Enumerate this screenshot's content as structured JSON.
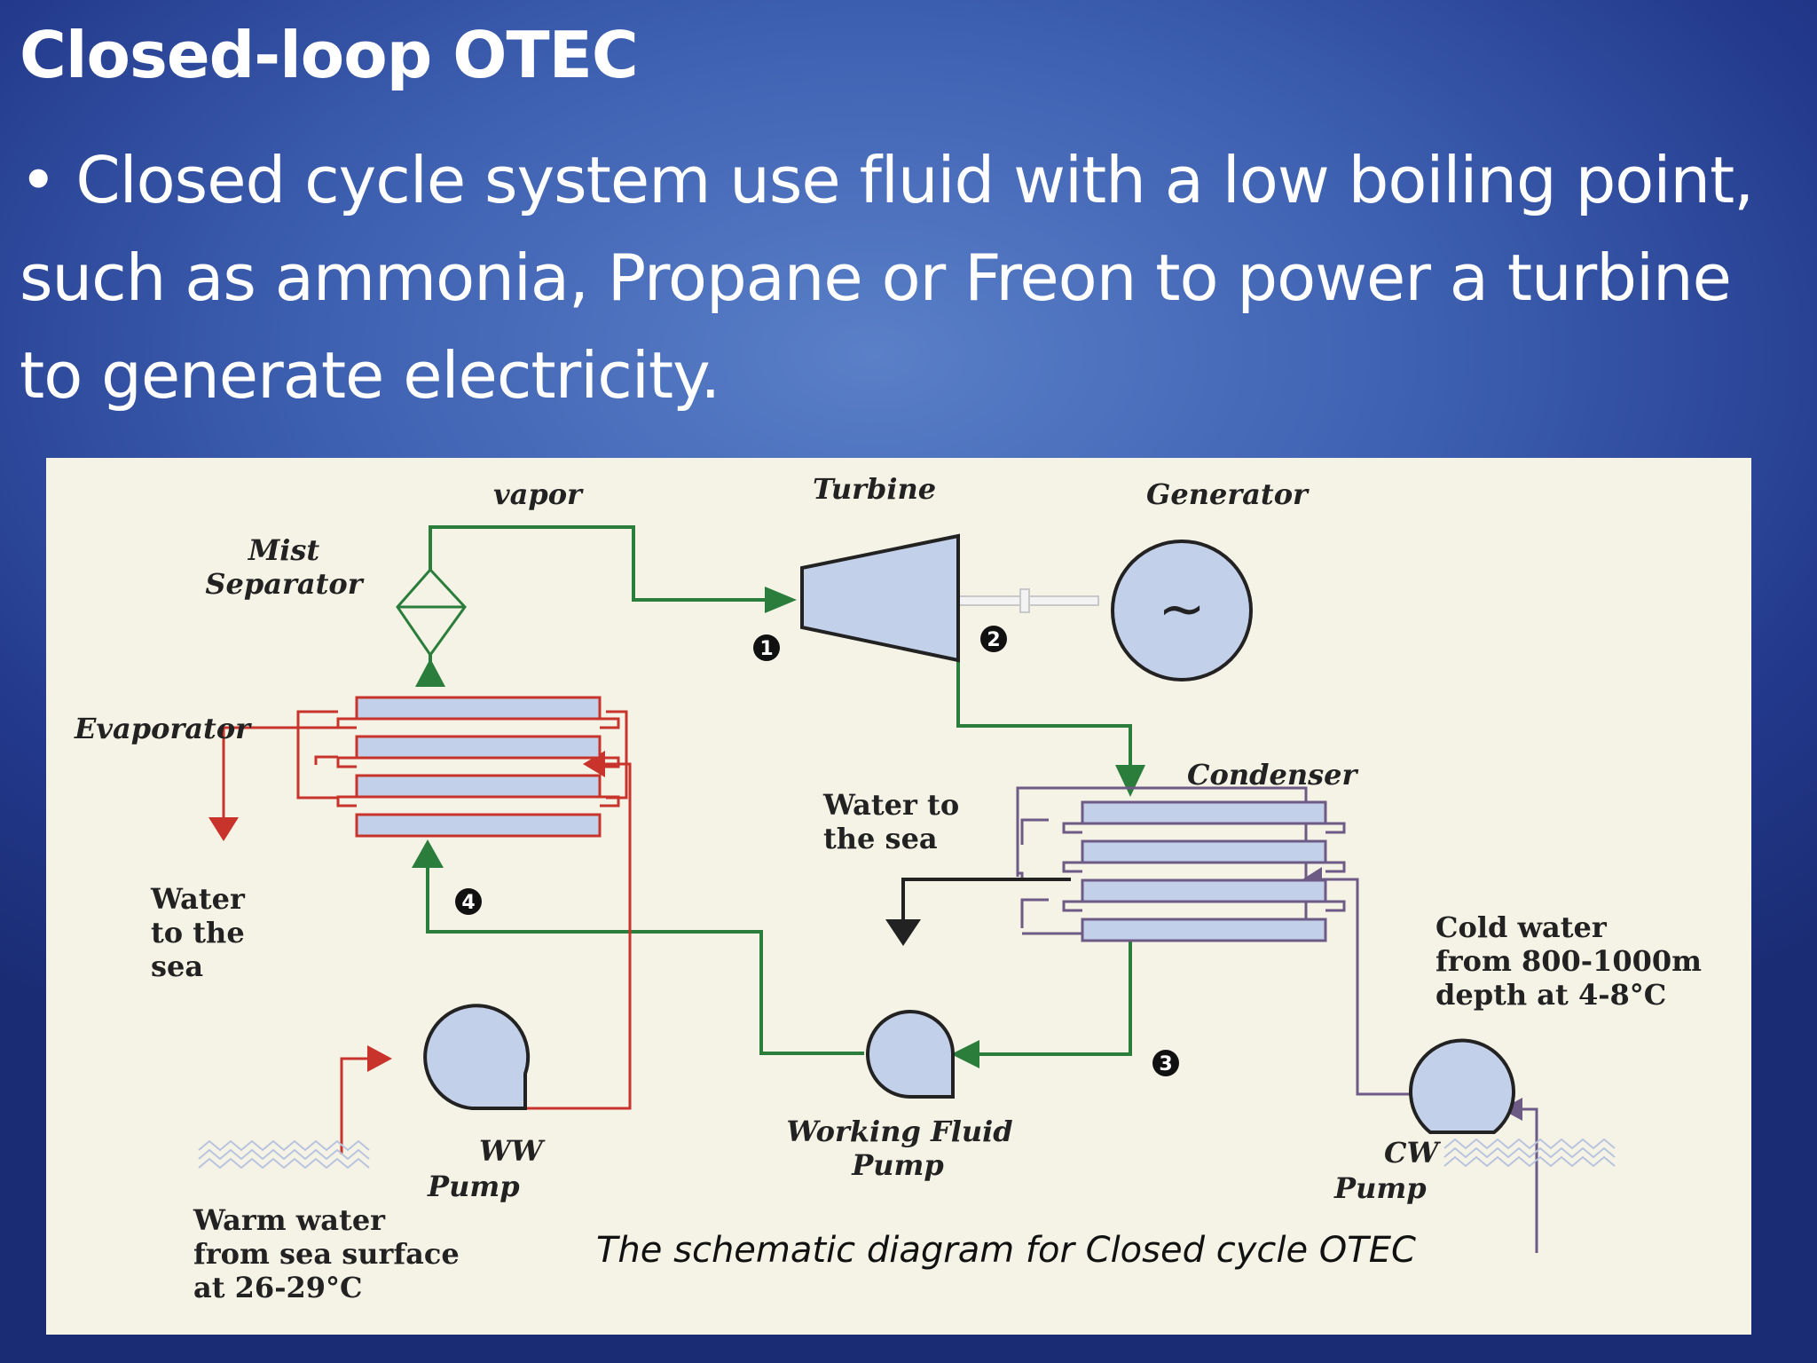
{
  "slide": {
    "title": "Closed-loop OTEC",
    "bullet": "• Closed cycle system use fluid with a low boiling point, such as ammonia, Propane or Freon to power a turbine to generate electricity."
  },
  "diagram": {
    "labels": {
      "vapor": "vapor",
      "turbine": "Turbine",
      "generator": "Generator",
      "mist_separator": [
        "Mist",
        "Separator"
      ],
      "evaporator": "Evaporator",
      "condenser": "Condenser",
      "water_to_sea_right": [
        "Water to",
        "the sea"
      ],
      "water_to_sea_left": [
        "Water",
        "to the",
        "sea"
      ],
      "cold_water": [
        "Cold water",
        "from 800-1000m",
        "depth at 4-8°C"
      ],
      "ww_pump": [
        "WW",
        "Pump"
      ],
      "working_fluid_pump": [
        "Working Fluid",
        "Pump"
      ],
      "cw_pump": [
        "CW",
        "Pump"
      ],
      "warm_water": [
        "Warm water",
        "from sea surface",
        "at 26-29°C"
      ],
      "generator_symbol": "~"
    },
    "state_points": [
      "1",
      "2",
      "3",
      "4"
    ],
    "colors": {
      "working_fluid_line": "#2a7d3a",
      "warm_water_line": "#c8342b",
      "cold_water_line": "#6d5a85",
      "equipment_fill": "#c3d0ea",
      "outline": "#222222"
    },
    "caption": "The schematic diagram for Closed cycle OTEC"
  }
}
